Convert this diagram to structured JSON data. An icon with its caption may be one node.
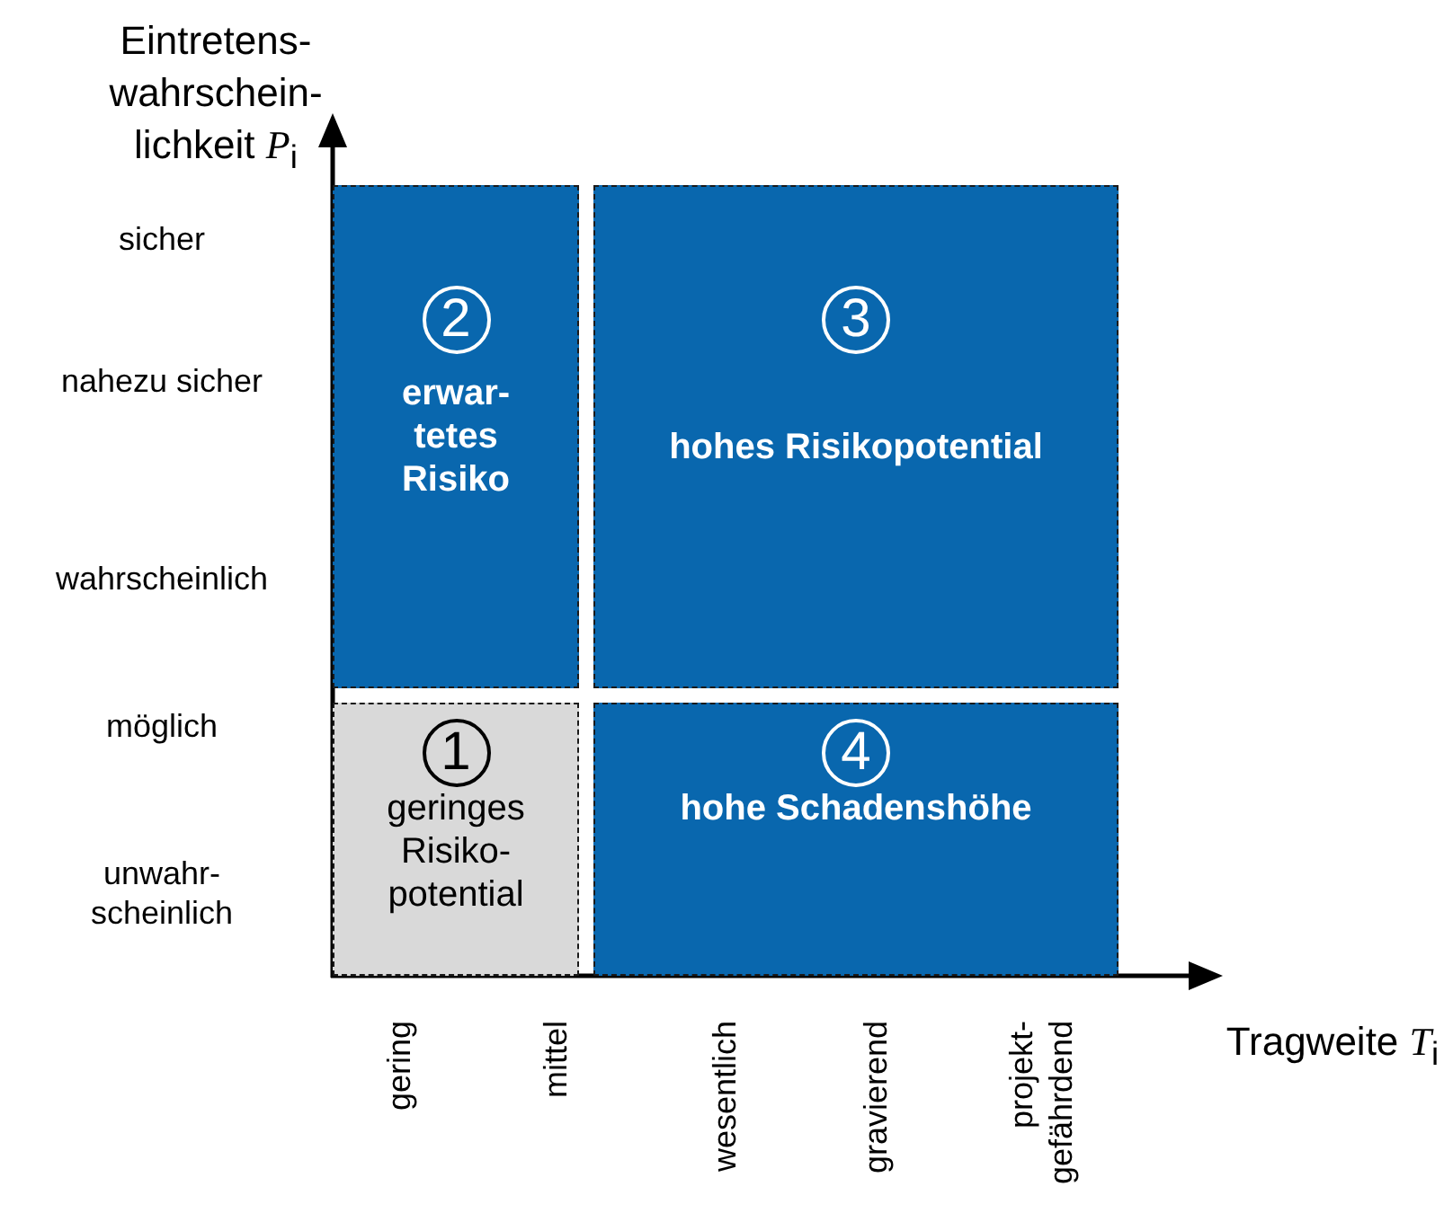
{
  "diagram": {
    "nodes": [
      {
        "text": [
          "2",
          "erwar- tetes Risiko"
        ]
      },
      {
        "text": [
          "3",
          "hohes Risikopotential"
        ]
      },
      {
        "text": [
          "1",
          "geringes Risiko- potential"
        ]
      },
      {
        "text": [
          "4",
          "hohe Schadenshöhe"
        ]
      }
    ],
    "labels": [
      "Eintretens- wahrschein- lichkeit *P*$_{i}$",
      "sicher",
      "nahezu sicher",
      "wahrscheinlich",
      "möglich",
      "unwahr- scheinlich",
      "gering",
      "mittel",
      "wesentlich",
      "gravierend",
      "projekt- gefährdend",
      "Tragweite *T*$_{i}$"
    ]
  }
}
